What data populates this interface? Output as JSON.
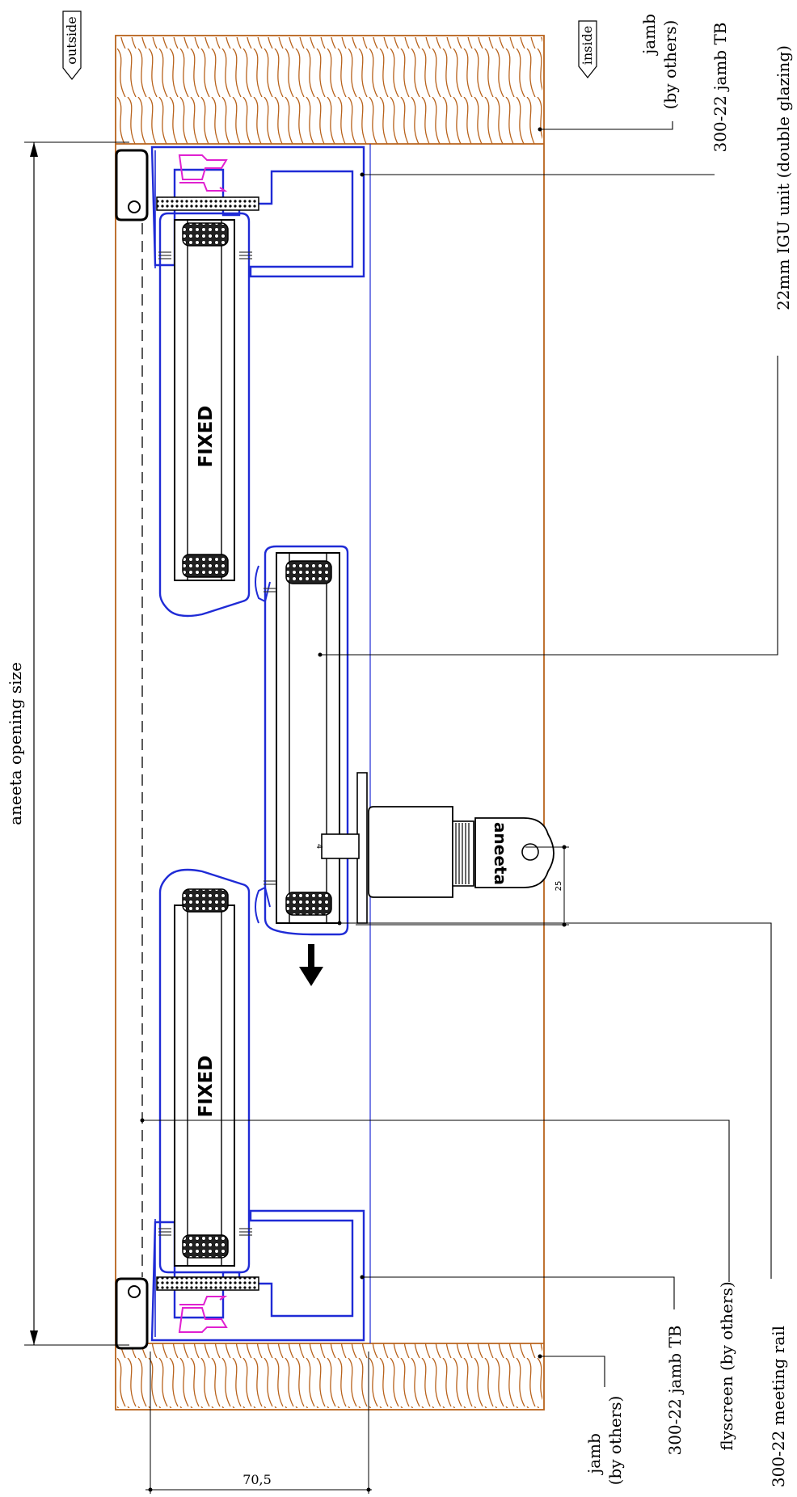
{
  "labels": {
    "outside": "outside",
    "inside": "inside",
    "opening_size": "aneeta opening size",
    "fixed_top": "FIXED",
    "fixed_bottom": "FIXED",
    "jamb_top_line1": "jamb",
    "jamb_top_line2": "(by others)",
    "jamb_tb_top": "300-22 jamb TB",
    "igu_unit": "22mm IGU unit (double glazing)",
    "meeting_rail": "300-22 meeting rail",
    "flyscreen": "flyscreen (by others)",
    "jamb_tb_bottom": "300-22 jamb TB",
    "jamb_bottom_line1": "jamb",
    "jamb_bottom_line2": "(by others)",
    "dim_width": "70,5",
    "dim_key": "25",
    "lock_mark": "4",
    "key_brand": "aneeta"
  },
  "colors": {
    "wood": "#b8621b",
    "frame": "#1f2bd6",
    "thermal_break": "#e020d0",
    "line": "#000000"
  }
}
